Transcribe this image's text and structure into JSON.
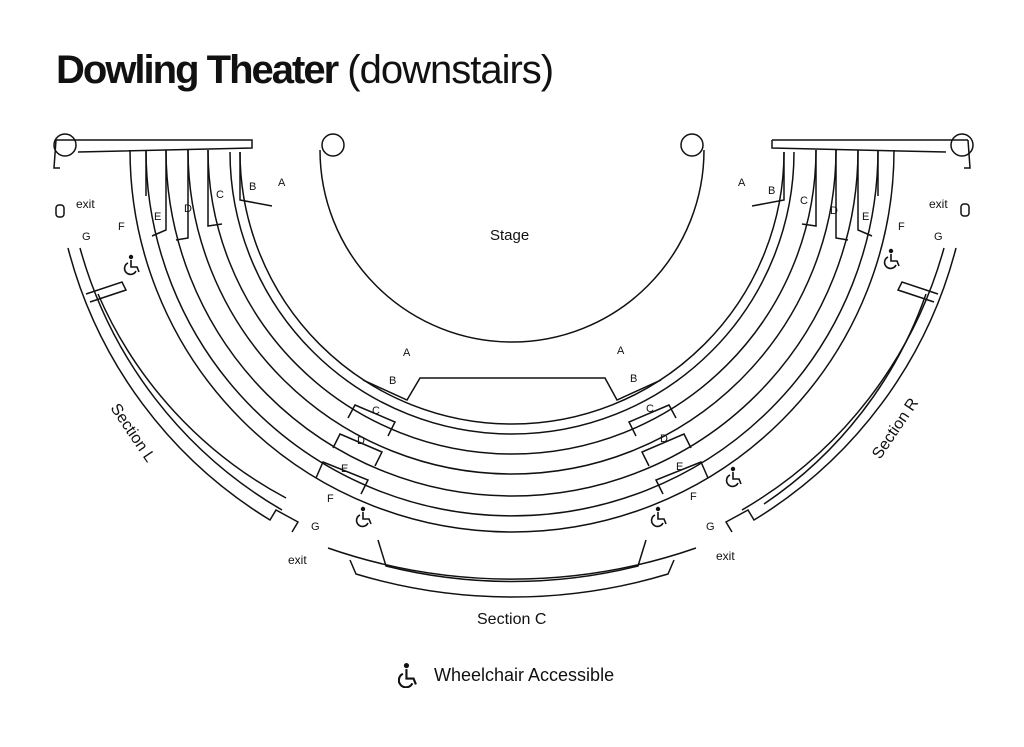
{
  "title": {
    "name": "Dowling Theater",
    "qualifier": "(downstairs)"
  },
  "stage_label": "Stage",
  "sections": {
    "left": "Section L",
    "center": "Section C",
    "right": "Section R"
  },
  "exit_label": "exit",
  "rows": [
    "A",
    "B",
    "C",
    "D",
    "E",
    "F",
    "G"
  ],
  "legend": {
    "icon": "wheelchair-icon",
    "label": "Wheelchair Accessible"
  }
}
